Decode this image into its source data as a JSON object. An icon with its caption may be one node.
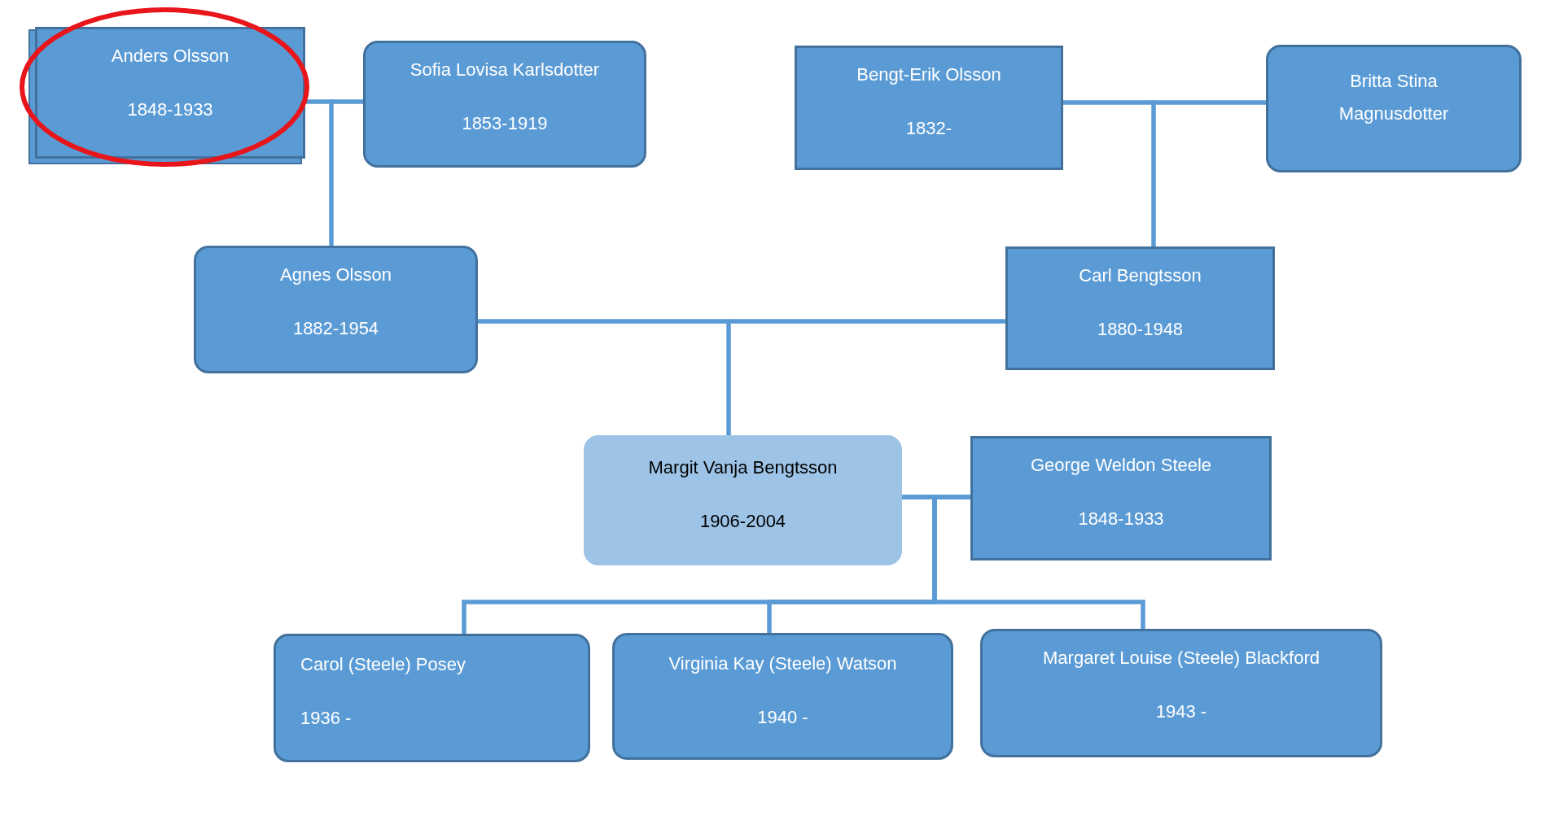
{
  "diagram": {
    "nodes": [
      {
        "text": [
          "Anders Olsson",
          "1848-1933"
        ]
      },
      {
        "text": [
          "Sofia Lovisa Karlsdotter",
          "1853-1919"
        ]
      },
      {
        "text": [
          "Bengt-Erik Olsson",
          "1832-"
        ]
      },
      {
        "text": [
          "Britta Stina Magnusdotter"
        ]
      },
      {
        "text": [
          "Agnes Olsson",
          "1882-1954"
        ]
      },
      {
        "text": [
          "Carl Bengtsson",
          "1880-1948"
        ]
      },
      {
        "text": [
          "Margit Vanja Bengtsson",
          "1906-2004"
        ]
      },
      {
        "text": [
          "George Weldon Steele",
          "1848-1933"
        ]
      },
      {
        "text": [
          "Carol (Steele) Posey",
          "1936 -"
        ]
      },
      {
        "text": [
          "Virginia Kay (Steele) Watson",
          "1940 -"
        ]
      },
      {
        "text": [
          "Margaret Louise (Steele) Blackford",
          "1943 -"
        ]
      }
    ],
    "edges": [
      {
        "from": 0,
        "to": 1,
        "arrow": "none"
      },
      {
        "from": 0,
        "to": 4,
        "arrow": "none"
      },
      {
        "from": 1,
        "to": 4,
        "arrow": "none"
      },
      {
        "from": 2,
        "to": 3,
        "arrow": "none"
      },
      {
        "from": 2,
        "to": 5,
        "arrow": "none"
      },
      {
        "from": 3,
        "to": 5,
        "arrow": "none"
      },
      {
        "from": 4,
        "to": 5,
        "arrow": "none"
      },
      {
        "from": 4,
        "to": 6,
        "arrow": "none"
      },
      {
        "from": 5,
        "to": 6,
        "arrow": "none"
      },
      {
        "from": 6,
        "to": 7,
        "arrow": "none"
      },
      {
        "from": 6,
        "to": 8,
        "arrow": "none"
      },
      {
        "from": 6,
        "to": 9,
        "arrow": "none"
      },
      {
        "from": 6,
        "to": 10,
        "arrow": "none"
      },
      {
        "from": 7,
        "to": 8,
        "arrow": "none"
      },
      {
        "from": 7,
        "to": 9,
        "arrow": "none"
      },
      {
        "from": 7,
        "to": 10,
        "arrow": "none"
      }
    ]
  }
}
